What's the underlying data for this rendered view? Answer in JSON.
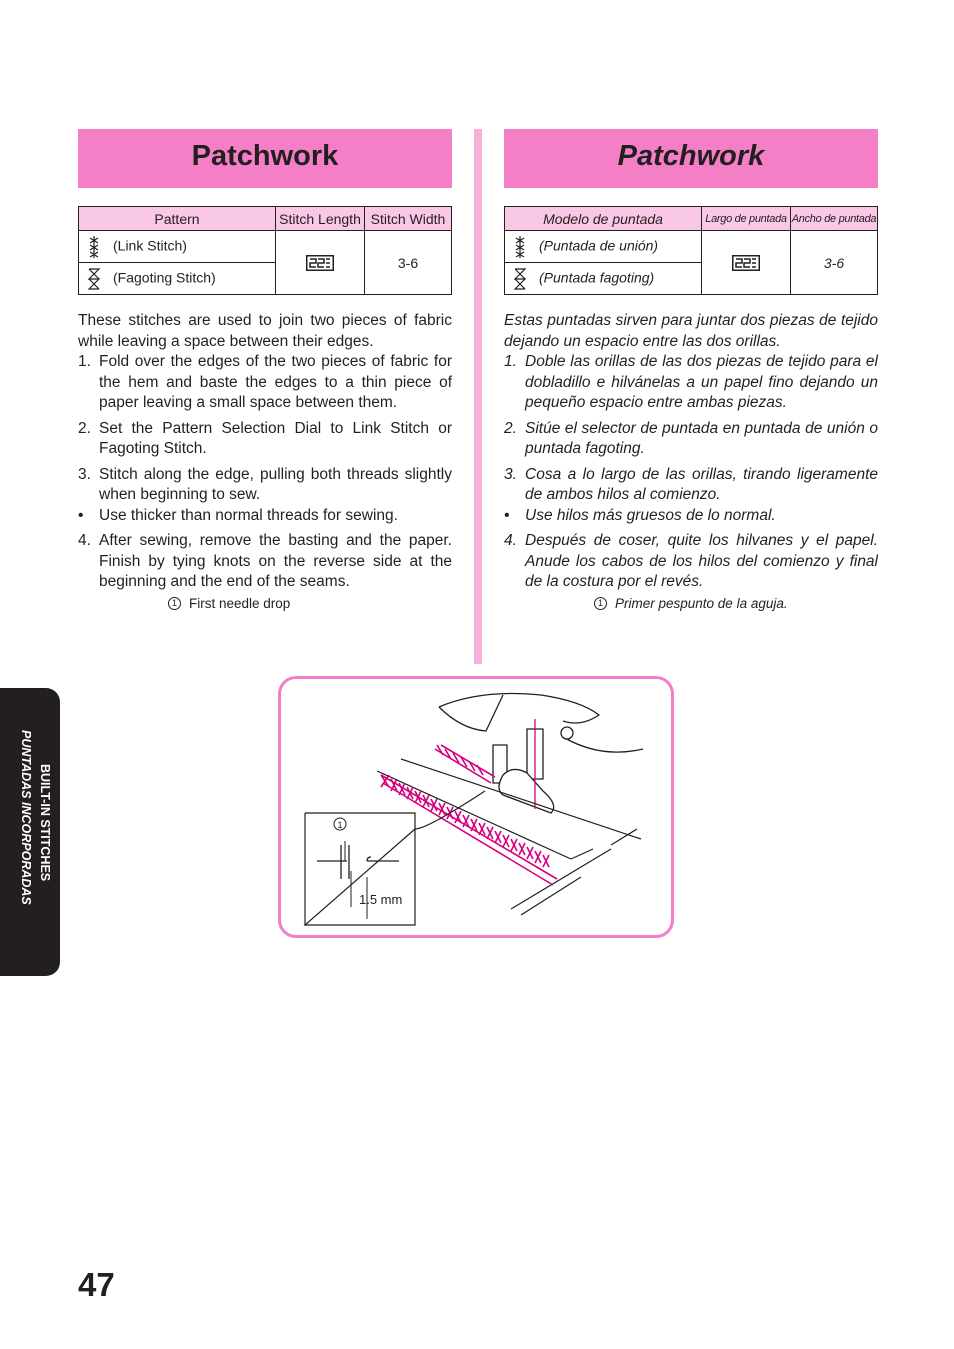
{
  "english": {
    "title": "Patchwork",
    "table": {
      "headers": [
        "Pattern",
        "Stitch Length",
        "Stitch Width"
      ],
      "rows": [
        {
          "icon": "link-stitch-icon",
          "name": "(Link Stitch)"
        },
        {
          "icon": "fagoting-stitch-icon",
          "name": "(Fagoting Stitch)"
        }
      ],
      "length_icon": "stitch-length-symbol-icon",
      "width": "3-6"
    },
    "intro": "These stitches are used to join two pieces of fabric while leaving a space between their edges.",
    "steps": [
      {
        "num": "1.",
        "text": "Fold over the edges of the two pieces of fabric for the hem and baste the edges to a thin piece of paper leaving a small space between them."
      },
      {
        "num": "2.",
        "text": "Set the Pattern Selection Dial to Link Stitch or Fagoting Stitch."
      },
      {
        "num": "3.",
        "text": "Stitch along the edge, pulling both threads slightly when beginning to sew."
      },
      {
        "num": "•",
        "text": "Use thicker than normal threads for sewing."
      },
      {
        "num": "4.",
        "text": "After sewing, remove the basting and the paper. Finish by tying knots on the reverse side at the beginning and the end of the seams."
      }
    ],
    "caption_marker": "1",
    "caption": "First needle drop"
  },
  "spanish": {
    "title": "Patchwork",
    "table": {
      "headers": [
        "Modelo de puntada",
        "Largo de puntada",
        "Ancho de puntada"
      ],
      "rows": [
        {
          "icon": "link-stitch-icon",
          "name": "(Puntada de unión)"
        },
        {
          "icon": "fagoting-stitch-icon",
          "name": "(Puntada fagoting)"
        }
      ],
      "length_icon": "stitch-length-symbol-icon",
      "width": "3-6"
    },
    "intro": "Estas puntadas sirven para juntar dos piezas de tejido dejando un espacio entre las dos orillas.",
    "steps": [
      {
        "num": "1.",
        "text": "Doble las orillas de las dos piezas de tejido para el dobladillo e hilvánelas a un papel fino dejando un pequeño espacio entre ambas piezas."
      },
      {
        "num": "2.",
        "text": "Sitúe el selector de puntada en puntada de unión o puntada fagoting."
      },
      {
        "num": "3.",
        "text": "Cosa a lo largo de las orillas, tirando ligeramente de ambos hilos al comienzo."
      },
      {
        "num": "•",
        "text": "Use hilos más gruesos de lo normal."
      },
      {
        "num": "4.",
        "text": "Después de coser, quite los hilvanes y el papel. Anude los cabos de los hilos del comienzo y final de la costura por el revés."
      }
    ],
    "caption_marker": "1",
    "caption": "Primer pespunto de la aguja."
  },
  "illustration": {
    "marker": "1",
    "measure": "1.5 mm",
    "stitch_color": "#d6007f",
    "frame_color": "#f47fc6"
  },
  "side_tab": {
    "line1": "BUILT-IN STITCHES",
    "line2": "PUNTADAS INCORPORADAS"
  },
  "page_number": "47",
  "colors": {
    "title_bar": "#f47fc6",
    "table_header": "#f8c8e6",
    "divider": "#f7b2dc",
    "side_tab": "#231f20"
  }
}
